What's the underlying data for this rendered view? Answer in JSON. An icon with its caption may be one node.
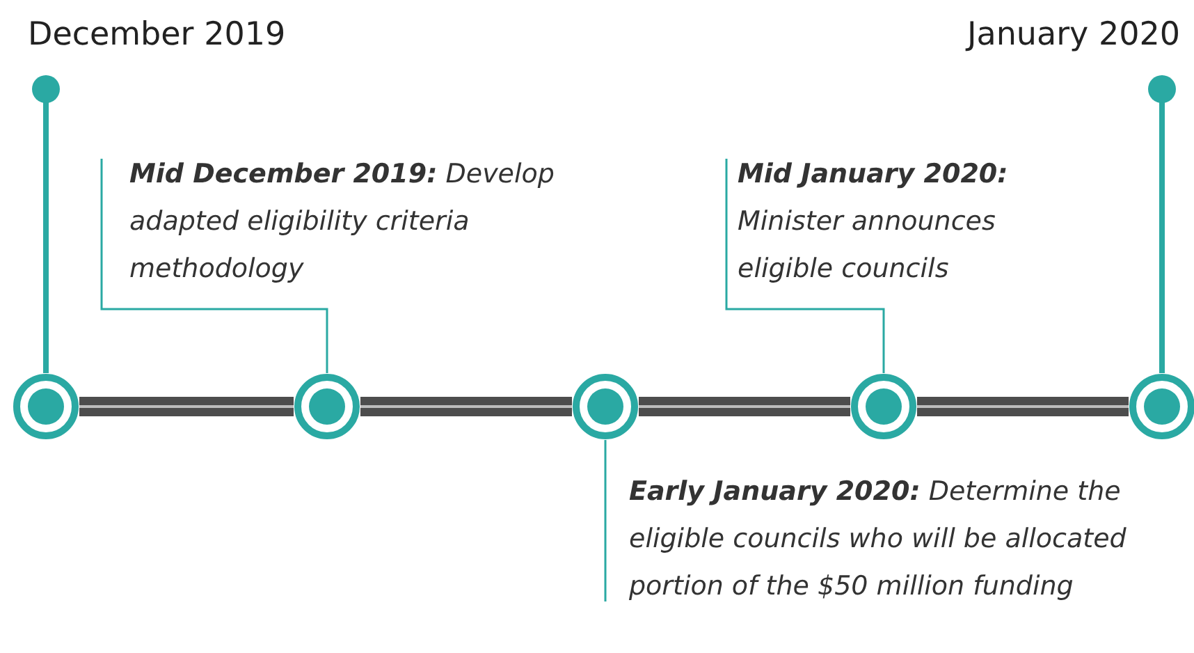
{
  "diagram": {
    "nodes": [
      {
        "text": [
          "December 2019"
        ]
      },
      {
        "text": [
          "January 2020"
        ]
      },
      {
        "text": [],
        "shape": "circle"
      },
      {
        "text": [],
        "shape": "circle"
      },
      {
        "text": [],
        "shape": "circle"
      },
      {
        "text": [],
        "shape": "circle"
      },
      {
        "text": [],
        "shape": "circle"
      },
      {
        "text": [
          "**Mid December 2019:** Develop adapted eligibility criteria methodology"
        ]
      },
      {
        "text": [
          "**Mid January 2020:** Minister announces eligible councils"
        ]
      },
      {
        "text": [
          "**Early January 2020:** Determine the eligible councils who will be allocated portion of the $50 million funding"
        ]
      }
    ],
    "edges": [
      {
        "from": 0,
        "to": 2,
        "arrow": "other",
        "style": "thick"
      },
      {
        "from": 1,
        "to": 6,
        "arrow": "other",
        "style": "thick"
      },
      {
        "from": 2,
        "to": 3,
        "arrow": "none",
        "style": "thick",
        "color": "#4d4d4d"
      },
      {
        "from": 3,
        "to": 4,
        "arrow": "none",
        "style": "thick",
        "color": "#4d4d4d"
      },
      {
        "from": 4,
        "to": 5,
        "arrow": "none",
        "style": "thick",
        "color": "#4d4d4d"
      },
      {
        "from": 5,
        "to": 6,
        "arrow": "none",
        "style": "thick",
        "color": "#4d4d4d"
      },
      {
        "from": 7,
        "to": 3,
        "arrow": "none"
      },
      {
        "from": 8,
        "to": 5,
        "arrow": "none"
      },
      {
        "from": 4,
        "to": 9,
        "arrow": "none"
      }
    ]
  }
}
